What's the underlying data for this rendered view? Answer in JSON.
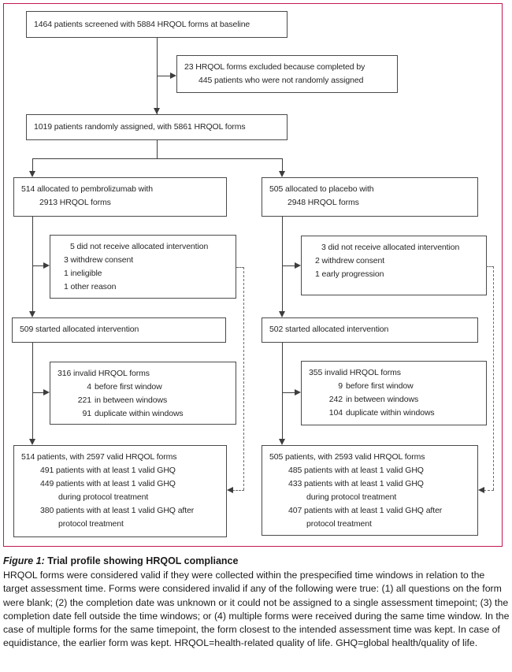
{
  "figure": {
    "caption": {
      "label": "Figure 1:",
      "title": "Trial profile showing HRQOL compliance",
      "body": "HRQOL forms were considered valid if they were collected within the prespecified time windows in relation to the target assessment time. Forms were considered invalid if any of the following were true: (1) all questions on the form were blank; (2) the completion date was unknown or it could not be assigned to a single assessment timepoint; (3) the completion date fell outside the time windows; or (4) multiple forms were received during the same time window. In the case of multiple forms for the same timepoint, the form closest to the intended assessment time was kept. In case of equidistance, the earlier form was kept. HRQOL=health-related quality of life. GHQ=global health/quality of life."
    },
    "colors": {
      "frame_border": "#c2184f",
      "flow_lines": "#3d3d3d",
      "text": "#262626"
    }
  },
  "boxes": {
    "screened": {
      "l1": "1464 patients screened with 5884 HRQOL forms at baseline"
    },
    "excluded": {
      "l1": "23 HRQOL forms excluded because completed by",
      "l2": "445 patients who were not randomly assigned"
    },
    "randomized": {
      "l1": "1019 patients randomly assigned, with 5861 HRQOL forms"
    },
    "alloc_pembro": {
      "l1": "514 allocated to pembrolizumab with",
      "l2": "2913 HRQOL forms"
    },
    "alloc_placebo": {
      "l1": "505 allocated to placebo with",
      "l2": "2948 HRQOL forms"
    },
    "not_received_pembro": {
      "l1": "5 did not receive allocated intervention",
      "l2": "3 withdrew consent",
      "l3": "1 ineligible",
      "l4": "1 other reason"
    },
    "not_received_placebo": {
      "l1": "3 did not receive allocated intervention",
      "l2": "2 withdrew consent",
      "l3": "1 early progression"
    },
    "started_pembro": {
      "l1": "509 started allocated intervention"
    },
    "started_placebo": {
      "l1": "502 started allocated intervention"
    },
    "invalid_pembro": {
      "l1": "316 invalid HRQOL forms",
      "l2n": "4",
      "l2t": "before first window",
      "l3n": "221",
      "l3t": "in between windows",
      "l4n": "91",
      "l4t": "duplicate within windows"
    },
    "invalid_placebo": {
      "l1": "355 invalid HRQOL forms",
      "l2n": "9",
      "l2t": "before first window",
      "l3n": "242",
      "l3t": "in between windows",
      "l4n": "104",
      "l4t": "duplicate within windows"
    },
    "final_pembro": {
      "l1": "514 patients, with 2597 valid HRQOL forms",
      "l2": "491 patients with at least 1 valid GHQ",
      "l3": "449 patients with at least 1 valid GHQ",
      "l4": "during protocol treatment",
      "l5": "380 patients with at least 1 valid GHQ after",
      "l6": "protocol treatment"
    },
    "final_placebo": {
      "l1": "505 patients, with 2593 valid HRQOL forms",
      "l2": "485 patients with at least 1 valid GHQ",
      "l3": "433 patients with at least 1 valid GHQ",
      "l4": "during protocol treatment",
      "l5": "407 patients with at least 1 valid GHQ after",
      "l6": "protocol treatment"
    }
  }
}
